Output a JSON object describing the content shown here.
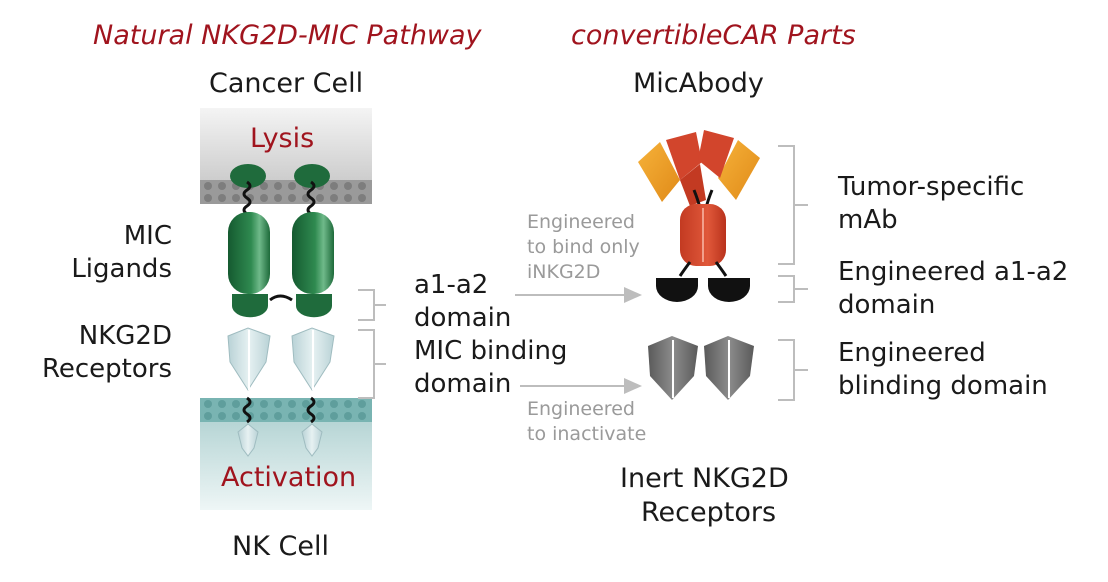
{
  "colors": {
    "heading_red": "#a0141e",
    "mic_green": "#1f6b3c",
    "receptor_blue": "#cfe2e4",
    "antibody_orange": "#f0a023",
    "antibody_red": "#d2452c",
    "inert_grey": "#6f6f6f",
    "engineered_black": "#111111",
    "arrow_grey": "#bdbdbd"
  },
  "headings": {
    "left": "Natural NKG2D-MIC Pathway",
    "right": "convertibleCAR Parts"
  },
  "left_panel": {
    "top_cell": "Cancer Cell",
    "bottom_cell": "NK Cell",
    "lysis": "Lysis",
    "activation": "Activation",
    "mic_ligands": [
      "MIC",
      "Ligands"
    ],
    "nkg2d_receptors": [
      "NKG2D",
      "Receptors"
    ]
  },
  "middle": {
    "a1a2_domain": [
      "a1-a2",
      "domain"
    ],
    "mic_binding_domain": [
      "MIC binding",
      "domain"
    ],
    "engineered_bind": [
      "Engineered",
      "to bind only",
      "iNKG2D"
    ],
    "engineered_inactivate": [
      "Engineered",
      "to inactivate"
    ]
  },
  "right_panel": {
    "micabody": "MicAbody",
    "tumor_specific": [
      "Tumor-specific",
      "mAb"
    ],
    "engineered_a1a2": [
      "Engineered a1-a2",
      "domain"
    ],
    "engineered_binding": [
      "Engineered",
      "blinding domain"
    ],
    "inert_receptors": [
      "Inert NKG2D",
      "Receptors"
    ]
  }
}
